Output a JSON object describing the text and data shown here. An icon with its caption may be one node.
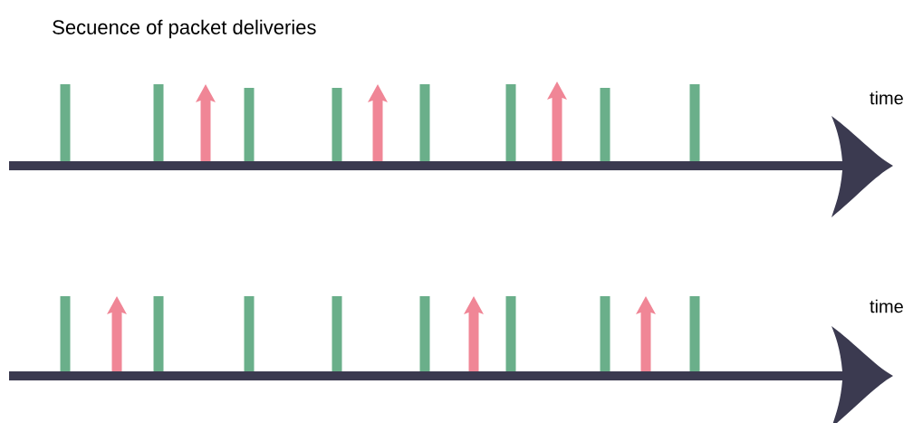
{
  "diagram": {
    "title": "Secuence of packet deliveries",
    "labels": [
      "time",
      "time"
    ]
  }
}
